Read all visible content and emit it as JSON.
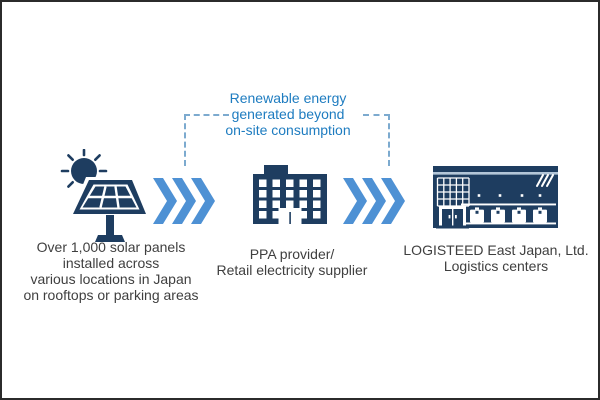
{
  "diagram": {
    "flow_label": {
      "lines": [
        "Renewable energy",
        "generated beyond",
        "on-site consumption"
      ]
    },
    "nodes": [
      {
        "id": "solar-panels",
        "icon": "solar-panel-sun-icon",
        "caption_lines": [
          "Over 1,000 solar panels",
          "installed across",
          "various locations in Japan",
          "on rooftops or parking areas"
        ]
      },
      {
        "id": "ppa-provider",
        "icon": "office-building-icon",
        "caption_lines": [
          "PPA provider/",
          "Retail electricity supplier"
        ]
      },
      {
        "id": "logisteed-east-japan",
        "icon": "logistics-center-icon",
        "caption_lines": [
          "LOGISTEED East Japan, Ltd.",
          "Logistics centers"
        ]
      }
    ],
    "connectors": [
      {
        "type": "chevron-arrow",
        "direction": "right"
      },
      {
        "type": "chevron-arrow",
        "direction": "right"
      }
    ],
    "colors": {
      "navy": "#1e3d60",
      "chevron_blue": "#4e91d4",
      "dash_blue": "#7caacf",
      "label_blue": "#1e7cc0",
      "caption_gray": "#3f3f3f",
      "stripe_blue": "#b3c6d8",
      "border": "#2b2b2b",
      "background": "#ffffff"
    }
  }
}
